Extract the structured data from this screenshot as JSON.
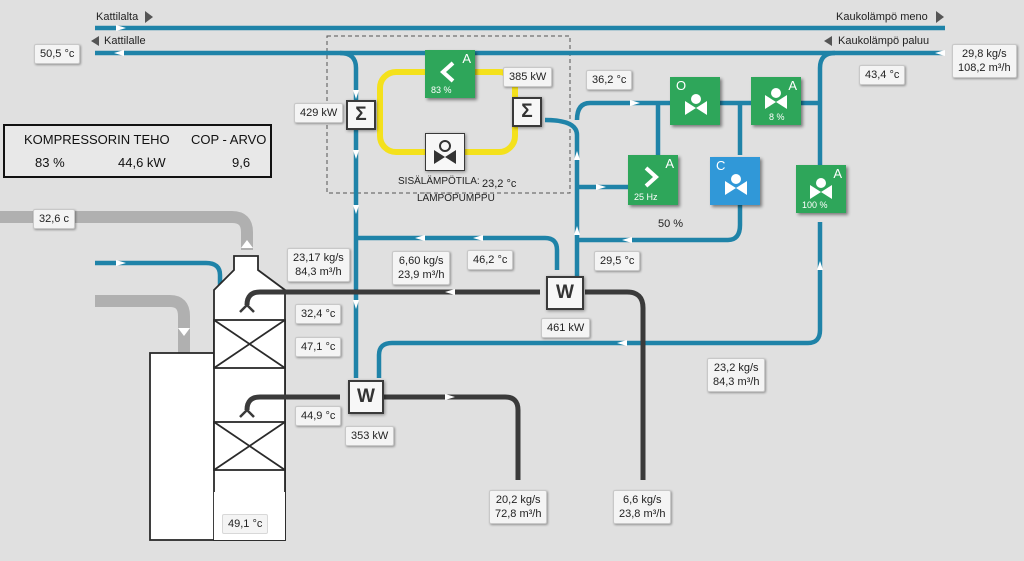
{
  "headers": {
    "from_boiler": "Kattilalta",
    "to_boiler": "Kattilalle",
    "dh_supply": "Kaukolämpö meno",
    "dh_return": "Kaukolämpö paluu"
  },
  "readings": {
    "kattilalle_temp": "50,5 °c",
    "dh_return_temp": "43,4 °c",
    "dh_flow_kgs": "29,8 kg/s",
    "dh_flow_m3h": "108,2 m³/h",
    "evaporator_power": "429 kW",
    "condenser_power": "385 kW",
    "condenser_out_temp": "36,2 °c",
    "flue_in_temp": "32,6 c",
    "flow1_kgs": "23,17 kg/s",
    "flow1_m3h": "84,3 m³/h",
    "flow2_kgs": "6,60 kg/s",
    "flow2_m3h": "23,9 m³/h",
    "temp_46": "46,2 °c",
    "temp_29": "29,5 °c",
    "temp_32": "32,4 °c",
    "temp_47": "47,1 °c",
    "temp_44": "44,9 °c",
    "hx_upper_power": "461 kW",
    "hx_lower_power": "353 kW",
    "flow3_kgs": "23,2 kg/s",
    "flow3_m3h": "84,3 m³/h",
    "flow4_kgs": "20,2 kg/s",
    "flow4_m3h": "72,8 m³/h",
    "flow5_kgs": "6,6 kg/s",
    "flow5_m3h": "23,8  m³/h",
    "scrubber_bottom_temp": "49,1 °c",
    "valve_c_percent": "50 %"
  },
  "heatpump": {
    "indoor_temp_label": "SISÄLÄMPÖTILA:",
    "indoor_temp": "23,2 °c",
    "name": "LÄMPÖPUMPPU"
  },
  "controls": {
    "compressor": {
      "letter": "A",
      "value": "83 %"
    },
    "pump_hp": {
      "letter": "A",
      "value": "25 Hz"
    },
    "valve_o": {
      "letter": "O"
    },
    "valve_a1": {
      "letter": "A",
      "value": "8 %"
    },
    "valve_c": {
      "letter": "C"
    },
    "valve_a2": {
      "letter": "A",
      "value": "100 %"
    }
  },
  "summary": {
    "compressor_label": "KOMPRESSORIN TEHO",
    "cop_label": "COP - ARVO",
    "compressor_percent": "83 %",
    "compressor_kw": "44,6 kW",
    "cop_value": "9,6"
  },
  "colors": {
    "water_pipe": "#1f83a8",
    "heat_pump_loop": "#f4e11c",
    "flue_pipe": "#b0b0b0",
    "coil_pipe": "#3a3a3a",
    "control_green": "#2ea65a",
    "control_blue": "#3098d8"
  }
}
